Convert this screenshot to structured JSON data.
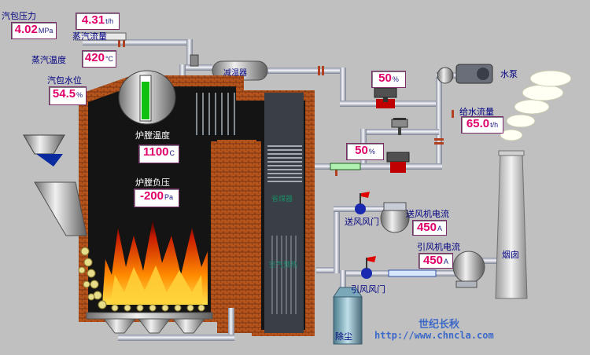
{
  "labels": {
    "drum_pressure": "汽包压力",
    "steam_flow": "蒸汽流量",
    "steam_temp": "蒸汽温度",
    "drum_level": "汽包水位",
    "desuperheater": "减温器",
    "water_pump": "水泵",
    "feed_water_flow": "给水流量",
    "furnace_temp": "炉膛温度",
    "furnace_pressure": "炉膛负压",
    "economizer": "省煤器",
    "air_preheater": "空气预热",
    "forced_fan_damper": "送风风门",
    "forced_fan_current": "送风机电流",
    "induced_fan_current": "引风机电流",
    "induced_fan_damper": "引风风门",
    "chimney": "烟囱",
    "dust_remover": "除尘"
  },
  "readings": {
    "drum_pressure": {
      "value": "4.02",
      "unit": "MPa"
    },
    "steam_flow": {
      "value": "4.31",
      "unit": "t/h"
    },
    "steam_temp": {
      "value": "420",
      "unit": "°C"
    },
    "drum_level": {
      "value": "54.5",
      "unit": "%"
    },
    "valve_top": {
      "value": "50",
      "unit": "%"
    },
    "valve_mid": {
      "value": "50",
      "unit": "%"
    },
    "feed_water_flow": {
      "value": "65.0",
      "unit": "t/h"
    },
    "furnace_temp": {
      "value": "1100",
      "unit": "C"
    },
    "furnace_pressure": {
      "value": "-200",
      "unit": "Pa"
    },
    "forced_fan_current": {
      "value": "450",
      "unit": "A"
    },
    "induced_fan_current": {
      "value": "450",
      "unit": "A"
    }
  },
  "brand": {
    "name": "世纪长秋",
    "url": "http://www.chncla.com"
  },
  "colors": {
    "background": "#c0c0c0",
    "brick": "#b4541c",
    "furnace": "#141414",
    "flame": "#ff7a00",
    "pipe": "#d8dce4",
    "value_text": "#e0006a",
    "label_text": "#000080",
    "brand": "#3c68c8"
  }
}
